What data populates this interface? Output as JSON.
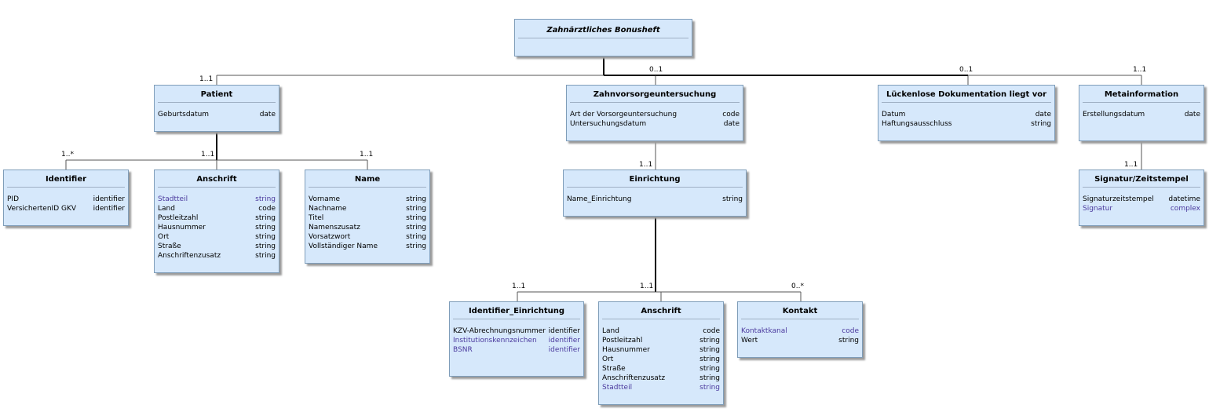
{
  "root": {
    "title": "Zahnärztliches Bonusheft"
  },
  "patient": {
    "title": "Patient",
    "multiplicity": "1..1",
    "attrs": [
      {
        "name": "Geburtsdatum",
        "type": "date"
      }
    ]
  },
  "zahnvorsorge": {
    "title": "Zahnvorsorgeuntersuchung",
    "multiplicity": "0..1",
    "attrs": [
      {
        "name": "Art der Vorsorgeuntersuchung",
        "type": "code"
      },
      {
        "name": "Untersuchungsdatum",
        "type": "date"
      }
    ]
  },
  "lueckenlos": {
    "title": "Lückenlose Dokumentation liegt vor",
    "multiplicity": "0..1",
    "attrs": [
      {
        "name": "Datum",
        "type": "date"
      },
      {
        "name": "Haftungsausschluss",
        "type": "string"
      }
    ]
  },
  "metainfo": {
    "title": "Metainformation",
    "multiplicity": "1..1",
    "attrs": [
      {
        "name": "Erstellungsdatum",
        "type": "date"
      }
    ]
  },
  "identifier": {
    "title": "Identifier",
    "multiplicity": "1..*",
    "attrs": [
      {
        "name": "PID",
        "type": "identifier"
      },
      {
        "name": "VersichertenID GKV",
        "type": "identifier"
      }
    ]
  },
  "anschrift_patient": {
    "title": "Anschrift",
    "multiplicity": "1..1",
    "attrs": [
      {
        "name": "Stadtteil",
        "type": "string",
        "optional": true
      },
      {
        "name": "Land",
        "type": "code"
      },
      {
        "name": "Postleitzahl",
        "type": "string"
      },
      {
        "name": "Hausnummer",
        "type": "string"
      },
      {
        "name": "Ort",
        "type": "string"
      },
      {
        "name": "Straße",
        "type": "string"
      },
      {
        "name": "Anschriftenzusatz",
        "type": "string"
      }
    ]
  },
  "name": {
    "title": "Name",
    "multiplicity": "1..1",
    "attrs": [
      {
        "name": "Vorname",
        "type": "string"
      },
      {
        "name": "Nachname",
        "type": "string"
      },
      {
        "name": "Titel",
        "type": "string"
      },
      {
        "name": "Namenszusatz",
        "type": "string"
      },
      {
        "name": "Vorsatzwort",
        "type": "string"
      },
      {
        "name": "Vollständiger Name",
        "type": "string"
      }
    ]
  },
  "einrichtung": {
    "title": "Einrichtung",
    "multiplicity": "1..1",
    "attrs": [
      {
        "name": "Name_Einrichtung",
        "type": "string"
      }
    ]
  },
  "signatur": {
    "title": "Signatur/Zeitstempel",
    "multiplicity": "1..1",
    "attrs": [
      {
        "name": "Signaturzeitstempel",
        "type": "datetime"
      },
      {
        "name": "Signatur",
        "type": "complex",
        "optional": true
      }
    ]
  },
  "identifier_einrichtung": {
    "title": "Identifier_Einrichtung",
    "multiplicity": "1..1",
    "attrs": [
      {
        "name": "KZV-Abrechnungsnummer",
        "type": "identifier"
      },
      {
        "name": "Institutionskennzeichen",
        "type": "identifier",
        "optional": true
      },
      {
        "name": "BSNR",
        "type": "identifier",
        "optional": true
      }
    ]
  },
  "anschrift_einrichtung": {
    "title": "Anschrift",
    "multiplicity": "1..1",
    "attrs": [
      {
        "name": "Land",
        "type": "code"
      },
      {
        "name": "Postleitzahl",
        "type": "string"
      },
      {
        "name": "Hausnummer",
        "type": "string"
      },
      {
        "name": "Ort",
        "type": "string"
      },
      {
        "name": "Straße",
        "type": "string"
      },
      {
        "name": "Anschriftenzusatz",
        "type": "string"
      },
      {
        "name": "Stadtteil",
        "type": "string",
        "optional": true
      }
    ]
  },
  "kontakt": {
    "title": "Kontakt",
    "multiplicity": "0..*",
    "attrs": [
      {
        "name": "Kontaktkanal",
        "type": "code",
        "optional": true
      },
      {
        "name": "Wert",
        "type": "string"
      }
    ]
  }
}
